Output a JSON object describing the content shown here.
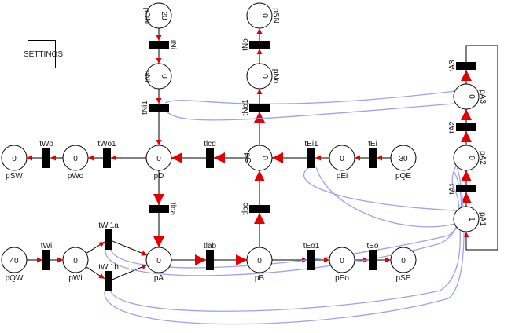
{
  "settings": {
    "label": "SETTINGS"
  },
  "colors": {
    "arc": "#000000",
    "arc_gray": "#808080",
    "inhibitor_arc": "#a0a0f0",
    "arrowhead": "#e00000",
    "transition": "#000000",
    "place_border": "#000000"
  },
  "places": [
    {
      "id": "pON",
      "tokens": "20"
    },
    {
      "id": "pNi",
      "tokens": "0"
    },
    {
      "id": "pSN",
      "tokens": "0"
    },
    {
      "id": "pNo",
      "tokens": "0"
    },
    {
      "id": "pSW",
      "tokens": "0"
    },
    {
      "id": "pWo",
      "tokens": "0"
    },
    {
      "id": "pD",
      "tokens": "0"
    },
    {
      "id": "pC",
      "tokens": "0"
    },
    {
      "id": "pEi",
      "tokens": "0"
    },
    {
      "id": "pQE",
      "tokens": "30"
    },
    {
      "id": "pQW",
      "tokens": "40"
    },
    {
      "id": "pWi",
      "tokens": "0"
    },
    {
      "id": "pA",
      "tokens": "0"
    },
    {
      "id": "pB",
      "tokens": "0"
    },
    {
      "id": "pEo",
      "tokens": "0"
    },
    {
      "id": "pSE",
      "tokens": "0"
    },
    {
      "id": "pA1",
      "tokens": "1"
    },
    {
      "id": "pA2",
      "tokens": "0"
    },
    {
      "id": "pA3",
      "tokens": "0"
    }
  ],
  "transitions": [
    {
      "id": "tNi"
    },
    {
      "id": "tNi1"
    },
    {
      "id": "tNo"
    },
    {
      "id": "tNo1"
    },
    {
      "id": "tWo"
    },
    {
      "id": "tWo1"
    },
    {
      "id": "tlcd"
    },
    {
      "id": "tEi1"
    },
    {
      "id": "tEi"
    },
    {
      "id": "tlda"
    },
    {
      "id": "tlbc"
    },
    {
      "id": "tWi"
    },
    {
      "id": "tWi1a"
    },
    {
      "id": "tWi1b"
    },
    {
      "id": "tlab"
    },
    {
      "id": "tEo1"
    },
    {
      "id": "tEo"
    },
    {
      "id": "tA1"
    },
    {
      "id": "tA2"
    },
    {
      "id": "tA3"
    }
  ],
  "arcs": [
    {
      "from": "pON",
      "to": "tNi"
    },
    {
      "from": "tNi",
      "to": "pNi"
    },
    {
      "from": "pNi",
      "to": "tNi1"
    },
    {
      "from": "tNi1",
      "to": "pD"
    },
    {
      "from": "pC",
      "to": "tNo1"
    },
    {
      "from": "tNo1",
      "to": "pNo"
    },
    {
      "from": "pNo",
      "to": "tNo"
    },
    {
      "from": "tNo",
      "to": "pSN"
    },
    {
      "from": "pD",
      "to": "tWo1"
    },
    {
      "from": "tWo1",
      "to": "pWo"
    },
    {
      "from": "pWo",
      "to": "tWo"
    },
    {
      "from": "tWo",
      "to": "pSW"
    },
    {
      "from": "pC",
      "to": "tlcd"
    },
    {
      "from": "tlcd",
      "to": "pD"
    },
    {
      "from": "pQE",
      "to": "tEi"
    },
    {
      "from": "tEi",
      "to": "pEi"
    },
    {
      "from": "pEi",
      "to": "tEi1"
    },
    {
      "from": "tEi1",
      "to": "pC"
    },
    {
      "from": "pD",
      "to": "tlda"
    },
    {
      "from": "tlda",
      "to": "pA"
    },
    {
      "from": "pB",
      "to": "tlbc"
    },
    {
      "from": "tlbc",
      "to": "pC"
    },
    {
      "from": "pQW",
      "to": "tWi"
    },
    {
      "from": "tWi",
      "to": "pWi"
    },
    {
      "from": "pWi",
      "to": "tWi1a"
    },
    {
      "from": "tWi1a",
      "to": "pA"
    },
    {
      "from": "pWi",
      "to": "tWi1b"
    },
    {
      "from": "tWi1b",
      "to": "pA"
    },
    {
      "from": "pA",
      "to": "tlab"
    },
    {
      "from": "tlab",
      "to": "pB"
    },
    {
      "from": "pB",
      "to": "tEo1"
    },
    {
      "from": "tEo1",
      "to": "pEo"
    },
    {
      "from": "pEo",
      "to": "tEo"
    },
    {
      "from": "tEo",
      "to": "pSE"
    },
    {
      "from": "pA1",
      "to": "tA1"
    },
    {
      "from": "tA1",
      "to": "pA2"
    },
    {
      "from": "pA2",
      "to": "tA2"
    },
    {
      "from": "tA2",
      "to": "pA3"
    },
    {
      "from": "pA3",
      "to": "tA3"
    },
    {
      "from": "tA3",
      "to": "pA1"
    }
  ]
}
